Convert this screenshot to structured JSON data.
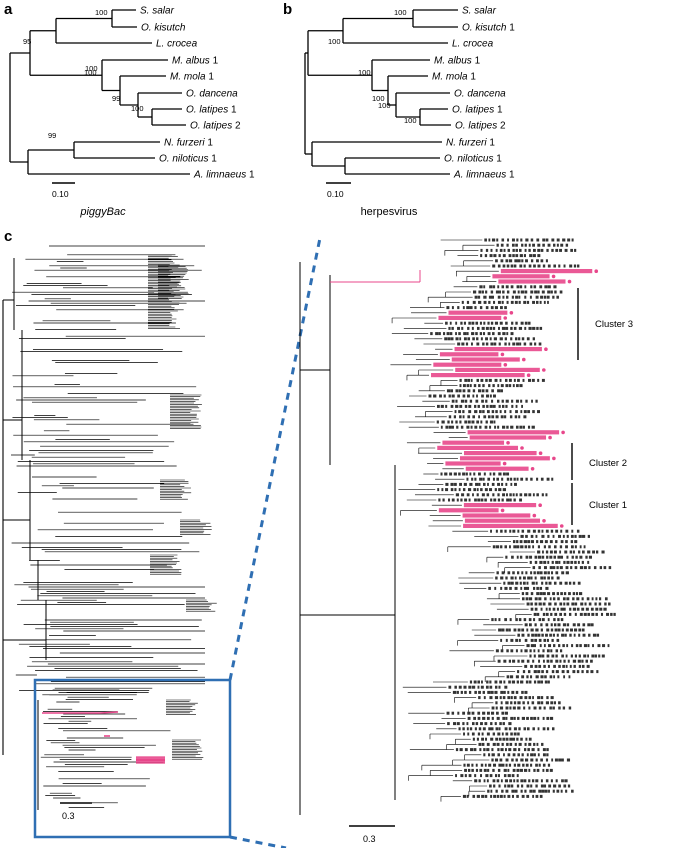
{
  "panels": {
    "a": {
      "letter": "a",
      "caption": "piggyBac",
      "scale_label": "0.10",
      "taxa": [
        {
          "genus": "S.",
          "epithet": "salar",
          "suffix": ""
        },
        {
          "genus": "O.",
          "epithet": "kisutch",
          "suffix": ""
        },
        {
          "genus": "L.",
          "epithet": "crocea",
          "suffix": ""
        },
        {
          "genus": "M.",
          "epithet": "albus",
          "suffix": " 1"
        },
        {
          "genus": "M.",
          "epithet": "mola",
          "suffix": " 1"
        },
        {
          "genus": "O.",
          "epithet": "dancena",
          "suffix": ""
        },
        {
          "genus": "O.",
          "epithet": "latipes",
          "suffix": " 1"
        },
        {
          "genus": "O.",
          "epithet": "latipes",
          "suffix": " 2"
        },
        {
          "genus": "N.",
          "epithet": "furzeri",
          "suffix": " 1"
        },
        {
          "genus": "O.",
          "epithet": "niloticus",
          "suffix": " 1"
        },
        {
          "genus": "A.",
          "epithet": "limnaeus",
          "suffix": " 1"
        }
      ],
      "bootstraps": [
        "100",
        "95",
        "100",
        "100",
        "99",
        "100",
        "99"
      ]
    },
    "b": {
      "letter": "b",
      "caption": "herpesvirus",
      "scale_label": "0.10",
      "taxa": [
        {
          "genus": "S.",
          "epithet": "salar",
          "suffix": ""
        },
        {
          "genus": "O.",
          "epithet": "kisutch",
          "suffix": " 1"
        },
        {
          "genus": "L.",
          "epithet": "crocea",
          "suffix": ""
        },
        {
          "genus": "M.",
          "epithet": "albus",
          "suffix": " 1"
        },
        {
          "genus": "M.",
          "epithet": "mola",
          "suffix": " 1"
        },
        {
          "genus": "O.",
          "epithet": "dancena",
          "suffix": ""
        },
        {
          "genus": "O.",
          "epithet": "latipes",
          "suffix": " 1"
        },
        {
          "genus": "O.",
          "epithet": "latipes",
          "suffix": " 2"
        },
        {
          "genus": "N.",
          "epithet": "furzeri",
          "suffix": " 1"
        },
        {
          "genus": "O.",
          "epithet": "niloticus",
          "suffix": " 1"
        },
        {
          "genus": "A.",
          "epithet": "limnaeus",
          "suffix": " 1"
        }
      ],
      "bootstraps": [
        "100",
        "100",
        "100",
        "100",
        "100",
        "100"
      ]
    },
    "c": {
      "letter": "c",
      "scale_left": "0.3",
      "scale_right": "0.3",
      "clusters": [
        "Cluster 3",
        "Cluster 2",
        "Cluster 1"
      ]
    }
  },
  "colors": {
    "highlight": "#e8478b",
    "inset_box": "#2f6fb3",
    "ink": "#000000"
  }
}
